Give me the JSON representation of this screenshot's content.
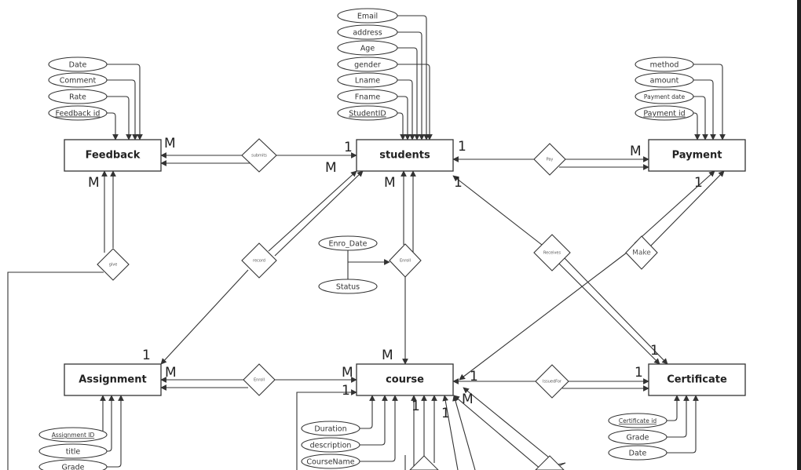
{
  "entities": {
    "feedback": "Feedback",
    "students": "students",
    "payment": "Payment",
    "assignment": "Assignment",
    "course": "course",
    "certificate": "Certificate"
  },
  "attributes": {
    "students": [
      "Email",
      "address",
      "Age",
      "gender",
      "Lname",
      "Fname",
      "StudentID"
    ],
    "feedback": [
      "Date",
      "Comment",
      "Rate",
      "Feedback id"
    ],
    "payment": [
      "method",
      "amount",
      "Payment date",
      "Payment id"
    ],
    "certificate": [
      "Certificate id",
      "Grade",
      "Date"
    ],
    "course": [
      "Duration",
      "description",
      "CourseName"
    ],
    "assignment": [
      "Assignment ID",
      "title",
      "Grade"
    ],
    "enroll": [
      "Enro_Date",
      "Status"
    ]
  },
  "primary_keys": [
    "StudentID",
    "Feedback id",
    "Payment id",
    "Certificate id",
    "Assignment ID"
  ],
  "relationships": {
    "submits": "submits",
    "pay": "Pay",
    "record": "record",
    "enroll_student": "Enroll",
    "give": "give",
    "receives": "Receives",
    "make": "Make",
    "enroll_assignment": "Enroll",
    "issued_for": "IssuedFor"
  },
  "cardinalities": [
    "M",
    "1",
    "M",
    "1",
    "M",
    "M",
    "M",
    "1",
    "1",
    "1",
    "M",
    "M",
    "1",
    "1",
    "1",
    "1",
    "1",
    "M",
    "M",
    "1"
  ]
}
